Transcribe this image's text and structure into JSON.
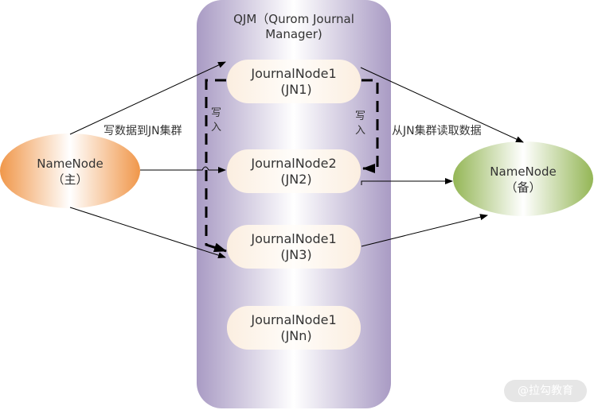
{
  "container": {
    "title_line1": "QJM（Qurom Journal",
    "title_line2": "Manager)"
  },
  "journal_nodes": [
    {
      "name": "JournalNode1",
      "id": "(JN1)"
    },
    {
      "name": "JournalNode2",
      "id": "(JN2)"
    },
    {
      "name": "JournalNode1",
      "id": "(JN3)"
    },
    {
      "name": "JournalNode1",
      "id": "(JNn)"
    }
  ],
  "active_namenode": {
    "name": "NameNode",
    "role": "（主）"
  },
  "standby_namenode": {
    "name": "NameNode",
    "role": "（备）"
  },
  "edge_labels": {
    "write_to_cluster": "写数据到JN集群",
    "read_from_cluster": "从JN集群读取数据",
    "write_left_1": "写",
    "write_left_2": "入",
    "write_right_1": "写",
    "write_right_2": "入"
  },
  "colors": {
    "container": "#a99bc4",
    "journal_node_fill": "#fdf3ea",
    "active_namenode": "#f0974a",
    "standby_namenode": "#98b95a"
  },
  "watermark": "@拉勾教育"
}
